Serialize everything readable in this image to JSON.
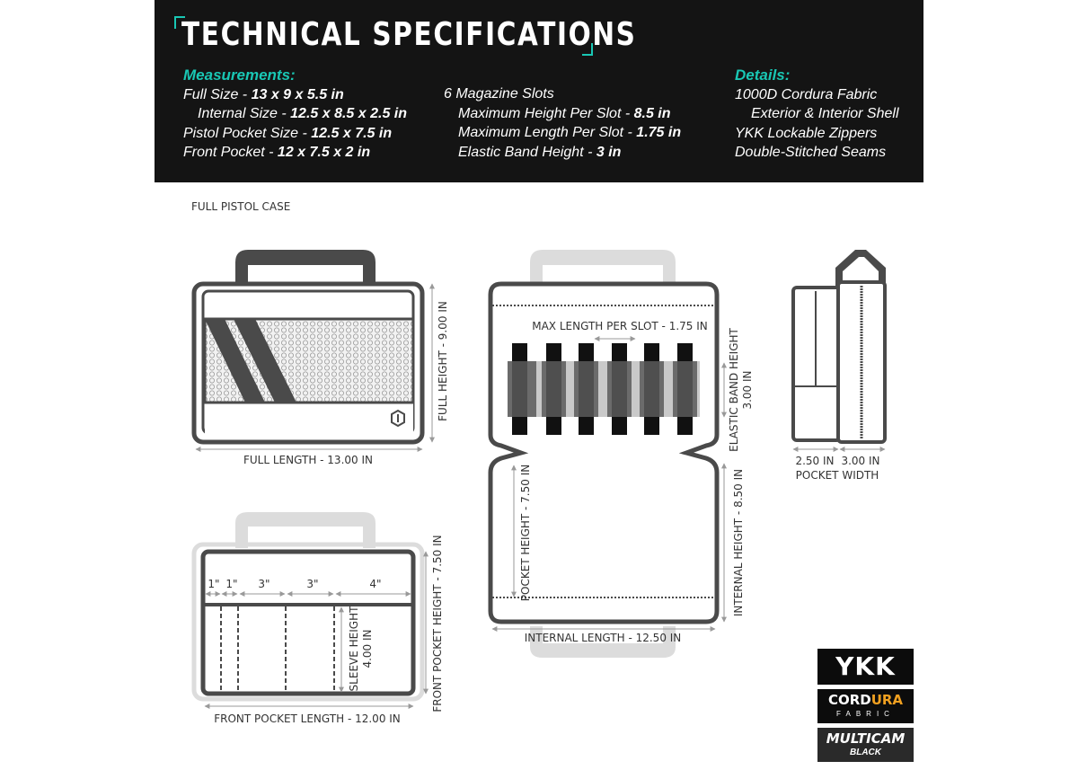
{
  "banner": {
    "title": "TECHNICAL SPECIFICATIONS",
    "measurements_heading": "Measurements:",
    "m1_label": "Full Size - ",
    "m1_value": "13 x 9 x 5.5 in",
    "m2_label": "Internal Size - ",
    "m2_value": "12.5 x 8.5 x 2.5 in",
    "m3_label": "Pistol Pocket Size - ",
    "m3_value": "12.5 x 7.5 in",
    "m4_label": "Front Pocket - ",
    "m4_value": "12 x 7.5 x 2 in",
    "slots_heading": "6 Magazine Slots",
    "s1_label": "Maximum Height Per Slot - ",
    "s1_value": "8.5 in",
    "s2_label": "Maximum Length Per Slot - ",
    "s2_value": "1.75 in",
    "s3_label": "Elastic Band Height - ",
    "s3_value": "3 in",
    "details_heading": "Details:",
    "d1": "1000D Cordura Fabric",
    "d2": "Exterior & Interior Shell",
    "d3": "YKK Lockable Zippers",
    "d4": "Double-Stitched Seams"
  },
  "diagram": {
    "section_title": "FULL PISTOL CASE",
    "full_height": "FULL HEIGHT - 9.00 IN",
    "full_length": "FULL LENGTH -  13.00 IN",
    "max_length_slot": "MAX LENGTH PER SLOT - 1.75 IN",
    "elastic_band_height_1": "ELASTIC BAND HEIGHT",
    "elastic_band_height_2": "3.00 IN",
    "pocket_height": "POCKET HEIGHT - 7.50 IN",
    "internal_height": "INTERNAL HEIGHT - 8.50 IN",
    "internal_length": "INTERNAL LENGTH - 12.50 IN",
    "side_left_width": "2.50 IN",
    "side_right_width": "3.00 IN",
    "pocket_width": "POCKET WIDTH",
    "sleeve_1": "1\"",
    "sleeve_2": "1\"",
    "sleeve_3": "3\"",
    "sleeve_4": "3\"",
    "sleeve_5": "4\"",
    "sleeve_height_1": "SLEEVE HEIGHT",
    "sleeve_height_2": "4.00 IN",
    "front_pocket_height": "FRONT POCKET HEIGHT - 7.50 IN",
    "front_pocket_length": "FRONT POCKET LENGTH - 12.00 IN"
  },
  "logos": {
    "ykk": "YKK",
    "cordura_1": "CORD",
    "cordura_2": "URA",
    "cordura_sub": "FABRIC",
    "multicam_1": "MULTICAM",
    "multicam_2": "BLACK"
  },
  "colors": {
    "banner_bg": "#141414",
    "accent": "#19c7b4",
    "outline": "#4a4a4a",
    "light_outline": "#d9d9d9"
  }
}
